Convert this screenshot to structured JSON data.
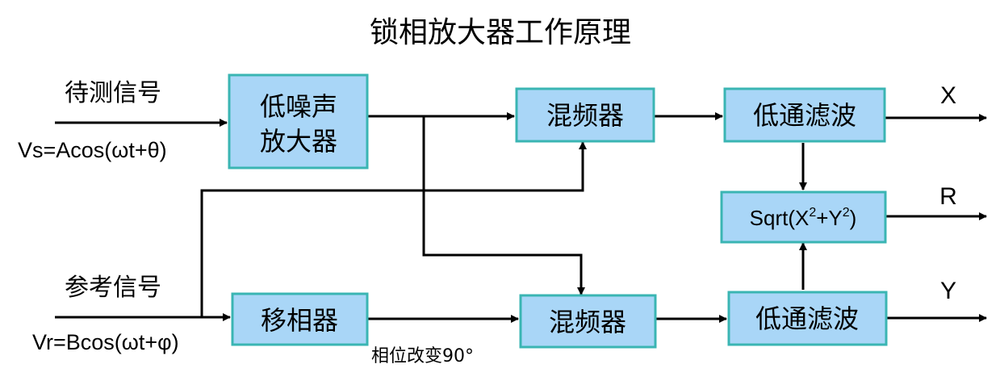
{
  "title": "锁相放大器工作原理",
  "inputs": {
    "signal_label": "待测信号",
    "signal_formula": "Vs=Acos(ωt+θ)",
    "reference_label": "参考信号",
    "reference_formula": "Vr=Bcos(ωt+φ)"
  },
  "blocks": {
    "lna_line1": "低噪声",
    "lna_line2": "放大器",
    "mixer_top": "混频器",
    "lpf_top": "低通滤波",
    "phase_shifter": "移相器",
    "mixer_bottom": "混频器",
    "lpf_bottom": "低通滤波",
    "magnitude": {
      "base": "Sqrt(X",
      "sup1": "2",
      "mid": "+Y",
      "sup2": "2",
      "end": ")"
    }
  },
  "notes": {
    "phase_shift": "相位改变90°"
  },
  "outputs": {
    "x": "X",
    "r": "R",
    "y": "Y"
  },
  "colors": {
    "block_fill": "#a9d6f7",
    "block_border": "#3ab5b3",
    "wire": "#000000"
  }
}
